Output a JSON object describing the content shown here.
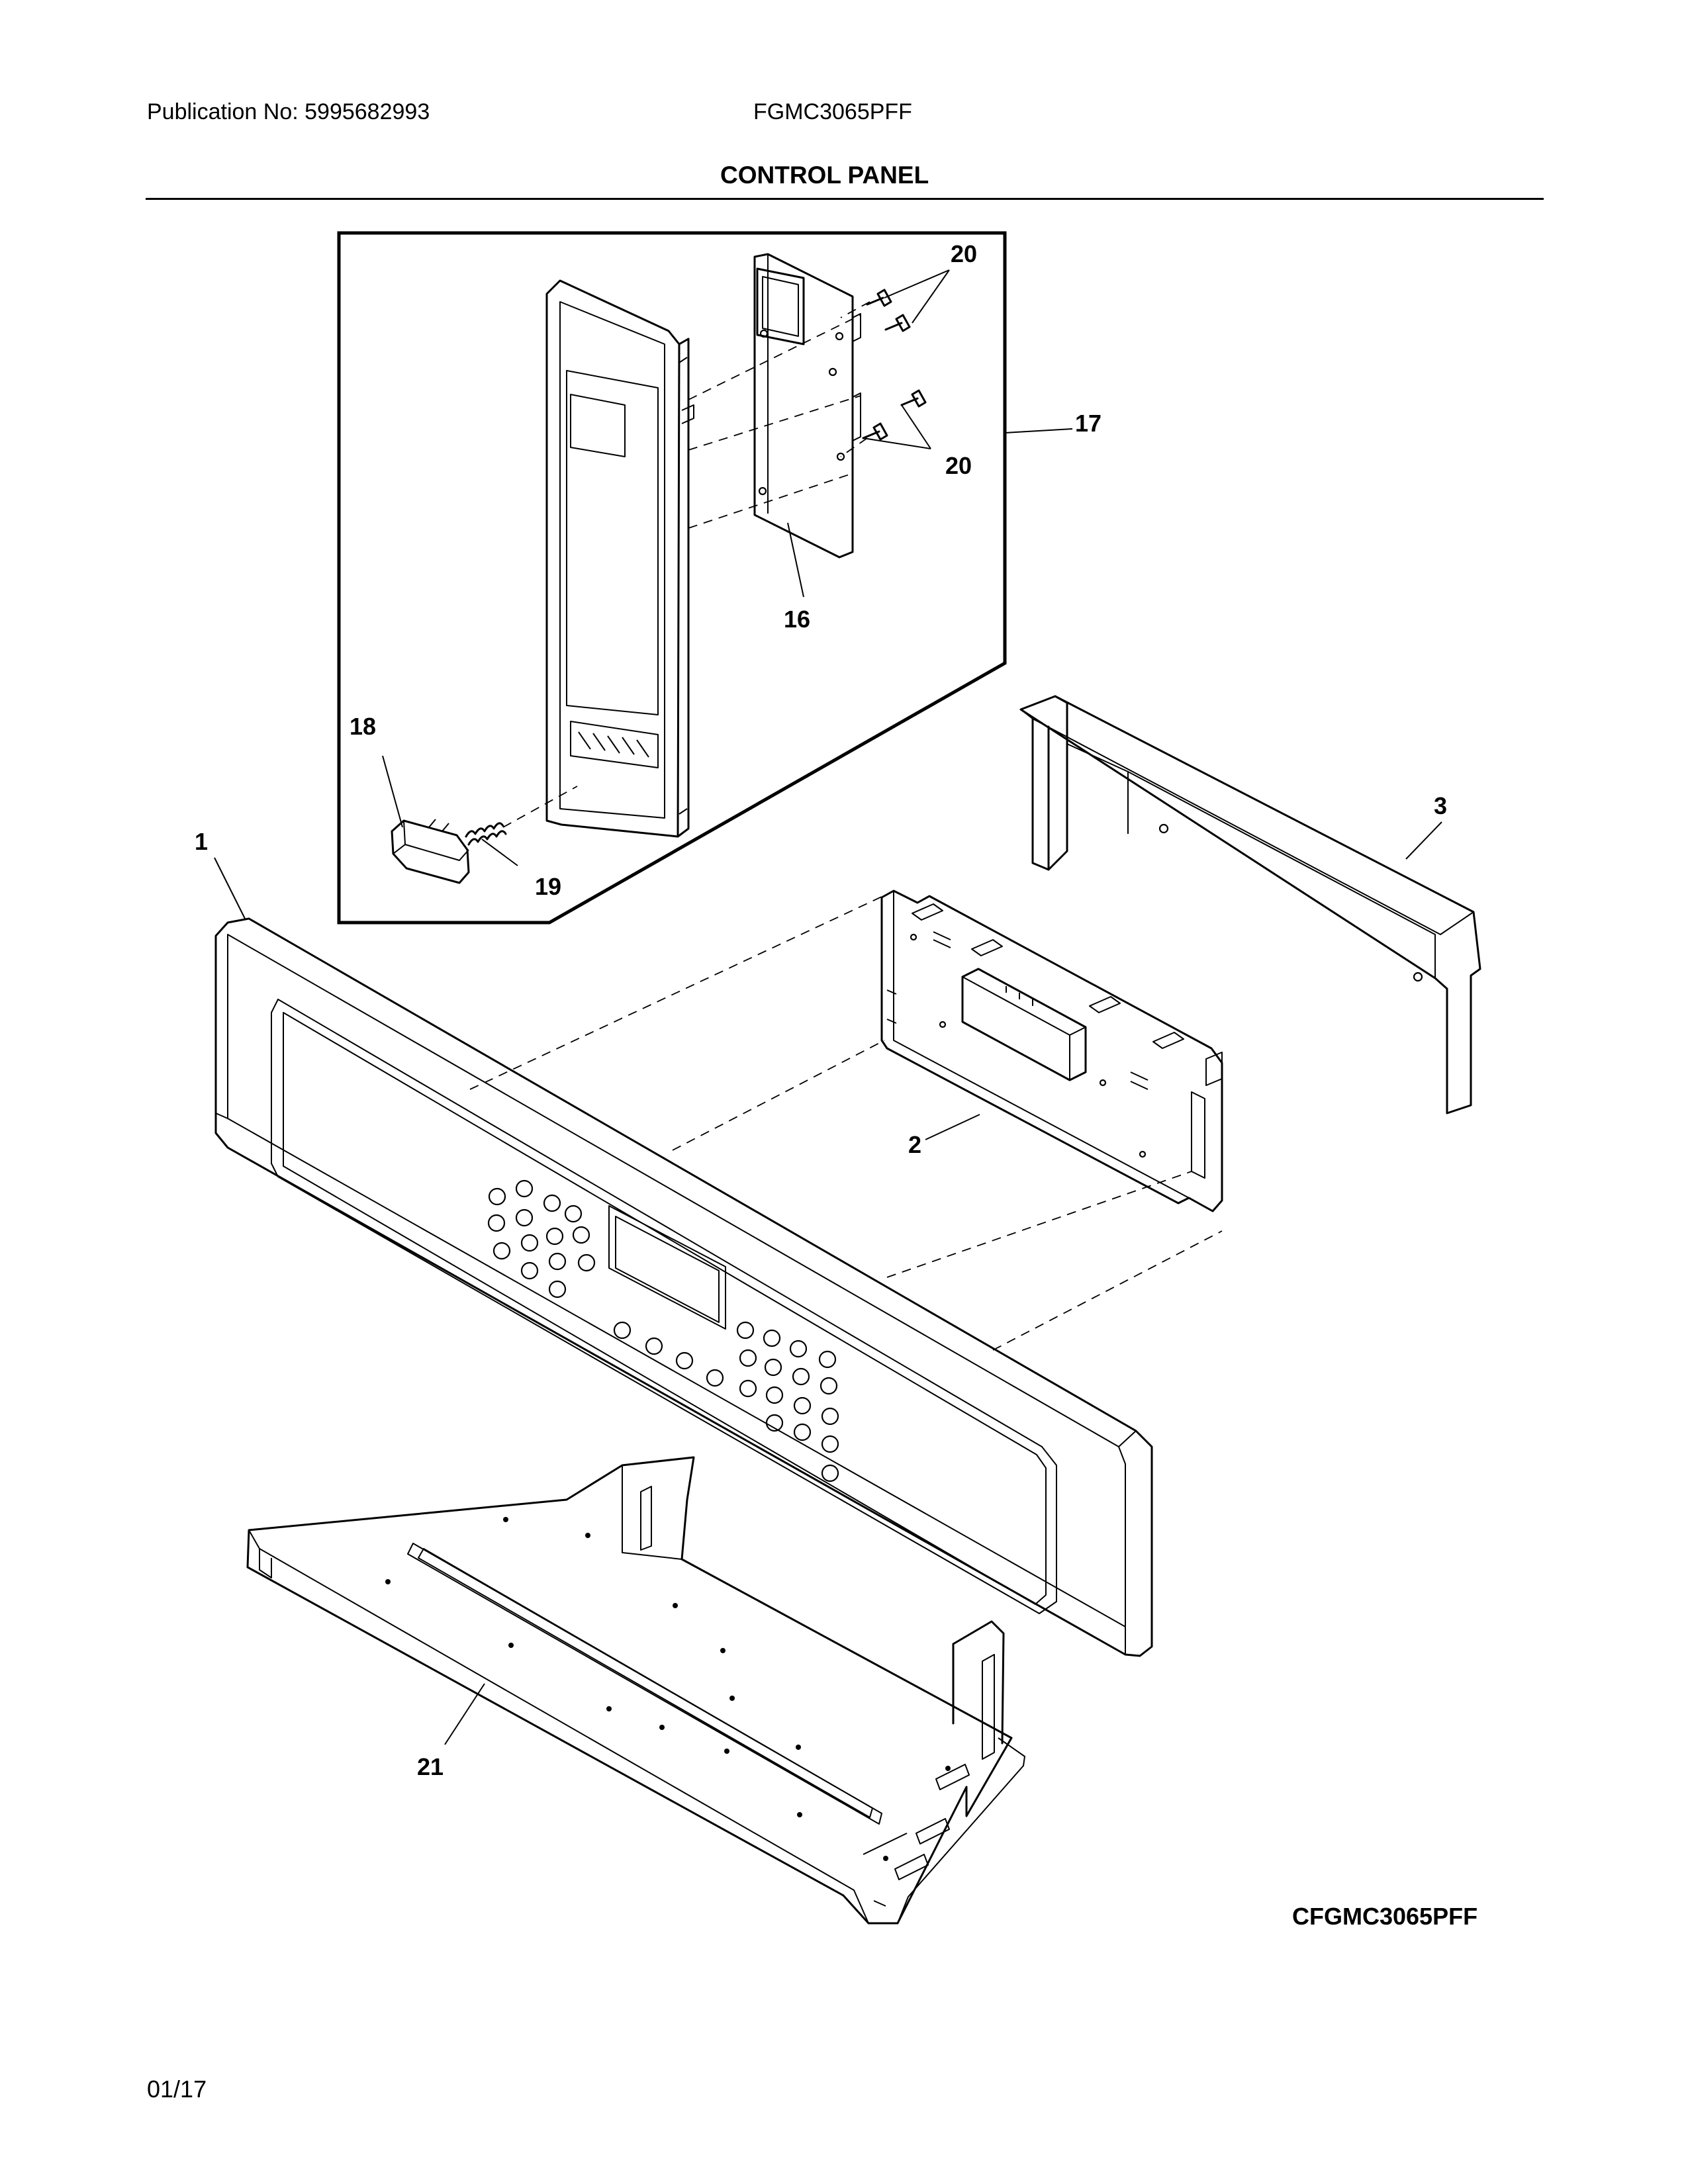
{
  "header": {
    "publication": "Publication No: 5995682993",
    "model": "FGMC3065PFF"
  },
  "section_title": "CONTROL PANEL",
  "callouts": {
    "c1": "1",
    "c2": "2",
    "c3": "3",
    "c16": "16",
    "c17": "17",
    "c18": "18",
    "c19": "19",
    "c20a": "20",
    "c20b": "20",
    "c21": "21"
  },
  "image_code": "CFGMC3065PFF",
  "footer": {
    "date": "01/17"
  }
}
